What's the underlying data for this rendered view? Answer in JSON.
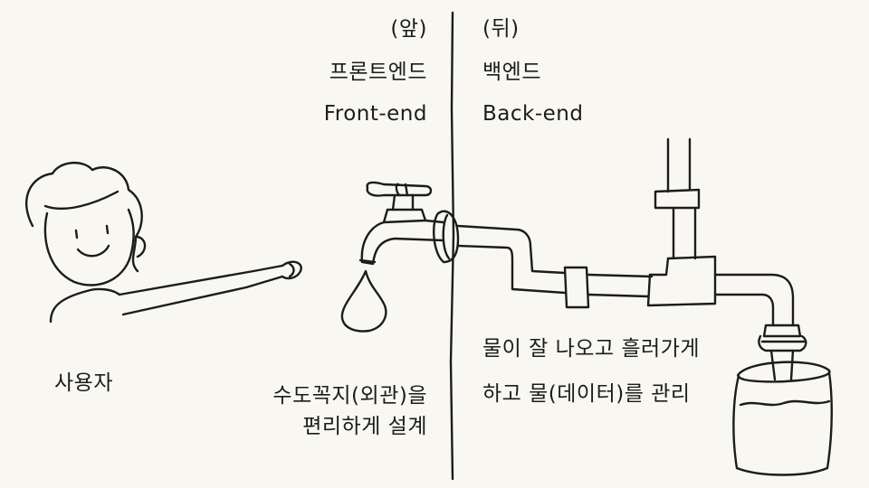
{
  "labels": {
    "front_paren": "(앞)",
    "front_korean": "프론트엔드",
    "front_english": "Front-end",
    "back_paren": "(뒤)",
    "back_korean": "백엔드",
    "back_english": "Back-end",
    "user": "사용자",
    "front_desc_line1": "수도꼭지(외관)을",
    "front_desc_line2": "편리하게 설계",
    "back_desc_line1": "물이 잘 나오고 흘러가게",
    "back_desc_line2": "하고 물(데이터)를 관리"
  },
  "colors": {
    "background": "#f8f7f2",
    "ink": "#1c1c1c"
  },
  "icons": [
    "user-figure-icon",
    "faucet-icon",
    "water-drop-icon",
    "pipe-icon",
    "water-bucket-icon"
  ]
}
